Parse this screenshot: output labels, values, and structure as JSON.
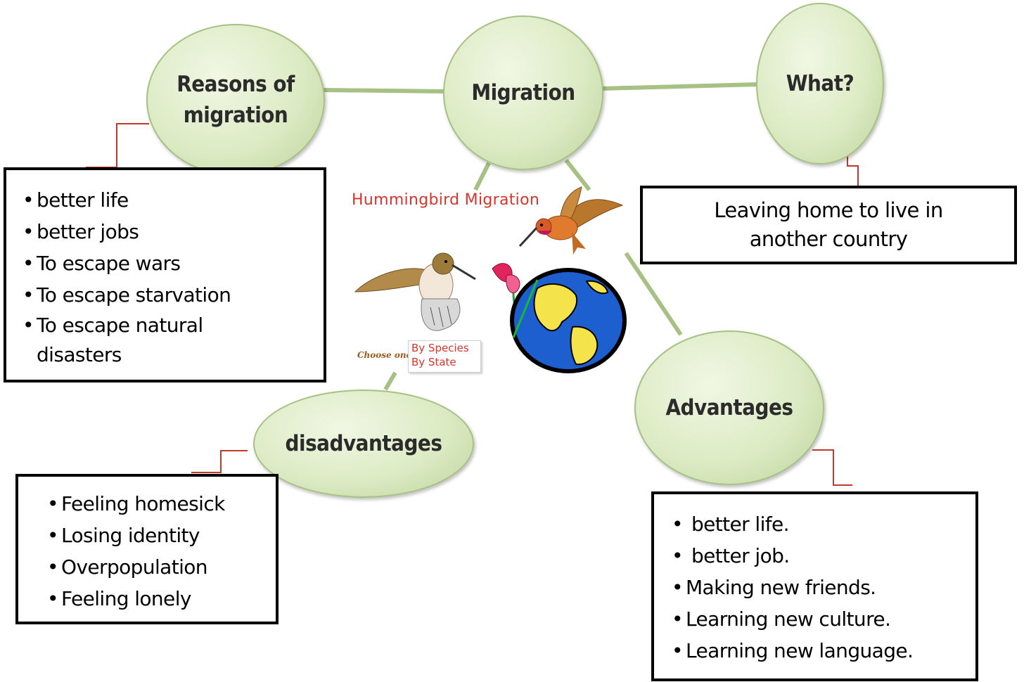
{
  "nodes": {
    "center": "Migration",
    "reasons": "Reasons of migration",
    "what": "What?",
    "disadvantages": "disadvantages",
    "advantages": "Advantages"
  },
  "reasons_list": [
    "better life",
    "better jobs",
    "To escape wars",
    "To escape starvation",
    "To escape natural disasters"
  ],
  "what_answer": "Leaving home to live in another country",
  "disadvantages_list": [
    "Feeling homesick",
    "Losing identity",
    "Overpopulation",
    "Feeling lonely"
  ],
  "advantages_list": [
    "better life.",
    "better job.",
    "Making new friends.",
    "Learning new culture.",
    "Learning new language."
  ],
  "illustration": {
    "title": "Hummingbird Migration",
    "choose_label": "Choose one",
    "options": [
      "By Species",
      "By State"
    ]
  },
  "colors": {
    "node_fill": "#dcebc4",
    "connector": "#a7c184",
    "callout_line": "#c0392b",
    "title_red": "#d9342b"
  }
}
